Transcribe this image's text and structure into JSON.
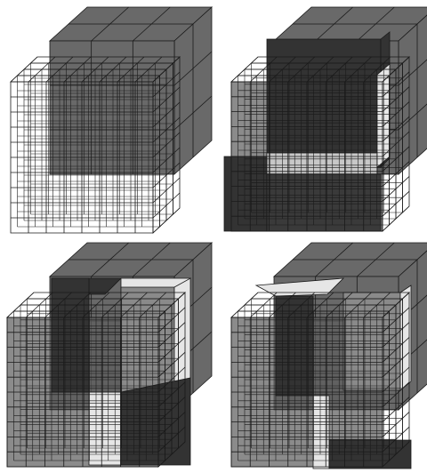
{
  "figure": {
    "panel_count": 4,
    "panel_grid": "2x2",
    "subject": "voxel-grid-cubes",
    "colors": {
      "background": "#ffffff",
      "line": "#1a1a1a",
      "outer_face": "#696969",
      "dark_region": "#333333",
      "mid_region": "#8a8a8a",
      "light_region": "#e6e6e6",
      "white_region": "#ffffff",
      "gap_region": "#c8c8c8"
    },
    "panels": [
      {
        "id": "top-left",
        "back_block": "gray-cube",
        "front_grid": "wireframe-only"
      },
      {
        "id": "top-right",
        "back_block": "gray-cube",
        "front_grid": "shaded",
        "inner_highlight": "dark-vertical-slab-with-light-band"
      },
      {
        "id": "bottom-left",
        "back_block": "gray-cube",
        "front_grid": "shaded",
        "inner_highlight": "dark-and-light-column-pair"
      },
      {
        "id": "bottom-right",
        "back_block": "gray-cube",
        "front_grid": "shaded",
        "inner_highlight": "light-top-plate-dark-column-light-column"
      }
    ]
  }
}
